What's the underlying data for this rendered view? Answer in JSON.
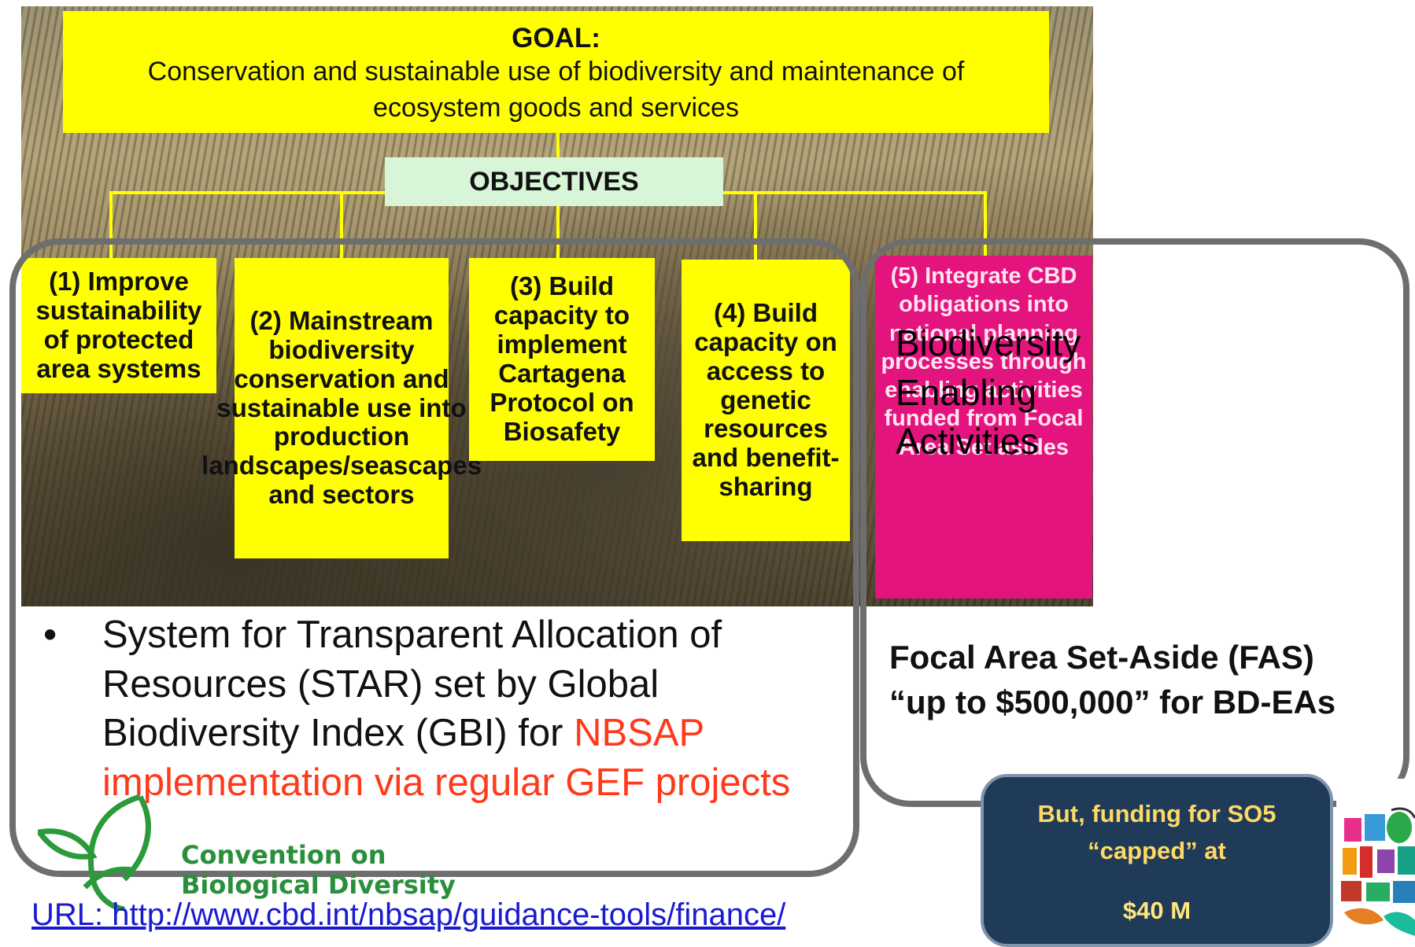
{
  "goal": {
    "title": "GOAL:",
    "text": "Conservation and sustainable use of biodiversity and maintenance of ecosystem goods and services"
  },
  "objectives_label": "OBJECTIVES",
  "objectives": [
    {
      "id": "1",
      "text": "(1) Improve sustainability of protected area systems"
    },
    {
      "id": "2",
      "text": "(2) Mainstream biodiversity conservation and sustainable use into production landscapes/seascapes and sectors"
    },
    {
      "id": "3",
      "text": "(3) Build capacity to implement Cartagena Protocol on Biosafety"
    },
    {
      "id": "4",
      "text": "(4) Build capacity on access to genetic resources and benefit-sharing"
    },
    {
      "id": "5",
      "text": "(5) Integrate CBD obligations into national planning processes through enabling activities funded from Focal Area Set asides"
    }
  ],
  "ea_overlay": [
    "Biodiversity",
    "Enabling",
    "Activities"
  ],
  "bullet": {
    "marker": "•",
    "text_black": "System for Transparent Allocation of Resources (STAR) set by Global Biodiversity Index (GBI) for ",
    "text_red": "NBSAP implementation via regular GEF projects"
  },
  "fas": {
    "line1": "Focal Area Set-Aside (FAS)",
    "line2": "“up to $500,000” for BD-EAs"
  },
  "capped": {
    "line1": "But, funding for SO5",
    "line2": "“capped” at",
    "amount": "$40 M"
  },
  "cbd_logo": {
    "line1": "Convention on",
    "line2": "Biological Diversity"
  },
  "url": "URL: http://www.cbd.int/nbsap/guidance-tools/finance/",
  "colors": {
    "yellow": "#ffff00",
    "magenta": "#e3147d",
    "navy": "#1f3b57",
    "red": "#ff3a1a",
    "link": "#1a1ad0"
  }
}
